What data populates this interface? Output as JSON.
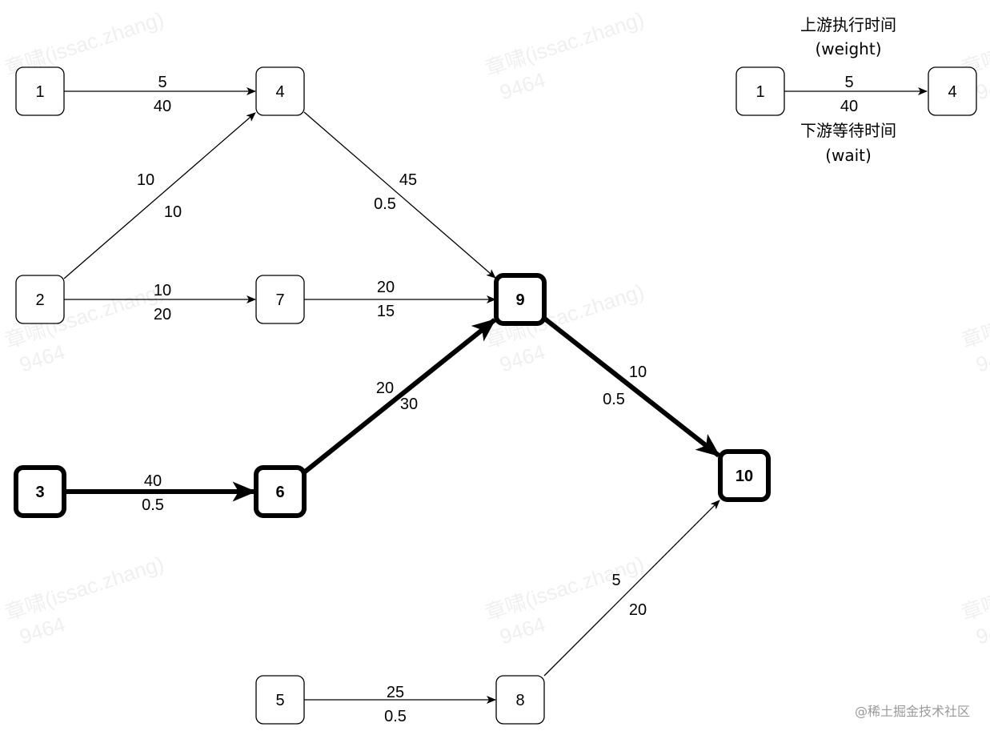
{
  "nodes": [
    {
      "id": "1",
      "label": "1",
      "bold": false
    },
    {
      "id": "2",
      "label": "2",
      "bold": false
    },
    {
      "id": "3",
      "label": "3",
      "bold": true
    },
    {
      "id": "4",
      "label": "4",
      "bold": false
    },
    {
      "id": "5",
      "label": "5",
      "bold": false
    },
    {
      "id": "6",
      "label": "6",
      "bold": true
    },
    {
      "id": "7",
      "label": "7",
      "bold": false
    },
    {
      "id": "8",
      "label": "8",
      "bold": false
    },
    {
      "id": "9",
      "label": "9",
      "bold": true
    },
    {
      "id": "10",
      "label": "10",
      "bold": true
    }
  ],
  "edges": [
    {
      "from": "1",
      "to": "4",
      "weight": "5",
      "wait": "40",
      "critical": false
    },
    {
      "from": "2",
      "to": "4",
      "weight": "10",
      "wait": "10",
      "critical": false
    },
    {
      "from": "2",
      "to": "7",
      "weight": "10",
      "wait": "20",
      "critical": false
    },
    {
      "from": "4",
      "to": "9",
      "weight": "45",
      "wait": "0.5",
      "critical": false
    },
    {
      "from": "7",
      "to": "9",
      "weight": "20",
      "wait": "15",
      "critical": false
    },
    {
      "from": "3",
      "to": "6",
      "weight": "40",
      "wait": "0.5",
      "critical": true
    },
    {
      "from": "6",
      "to": "9",
      "weight": "20",
      "wait": "30",
      "critical": true
    },
    {
      "from": "9",
      "to": "10",
      "weight": "10",
      "wait": "0.5",
      "critical": true
    },
    {
      "from": "5",
      "to": "8",
      "weight": "25",
      "wait": "0.5",
      "critical": false
    },
    {
      "from": "8",
      "to": "10",
      "weight": "5",
      "wait": "20",
      "critical": false
    }
  ],
  "legend": {
    "upstream_line1": "上游执行时间",
    "upstream_line2": "(weight)",
    "from_label": "1",
    "to_label": "4",
    "weight": "5",
    "wait": "40",
    "downstream_line1": "下游等待时间",
    "downstream_line2": "(wait)"
  },
  "watermark": {
    "line1": "章啸(issac.zhang)",
    "line2": "9464"
  },
  "footer": "@稀土掘金技术社区"
}
